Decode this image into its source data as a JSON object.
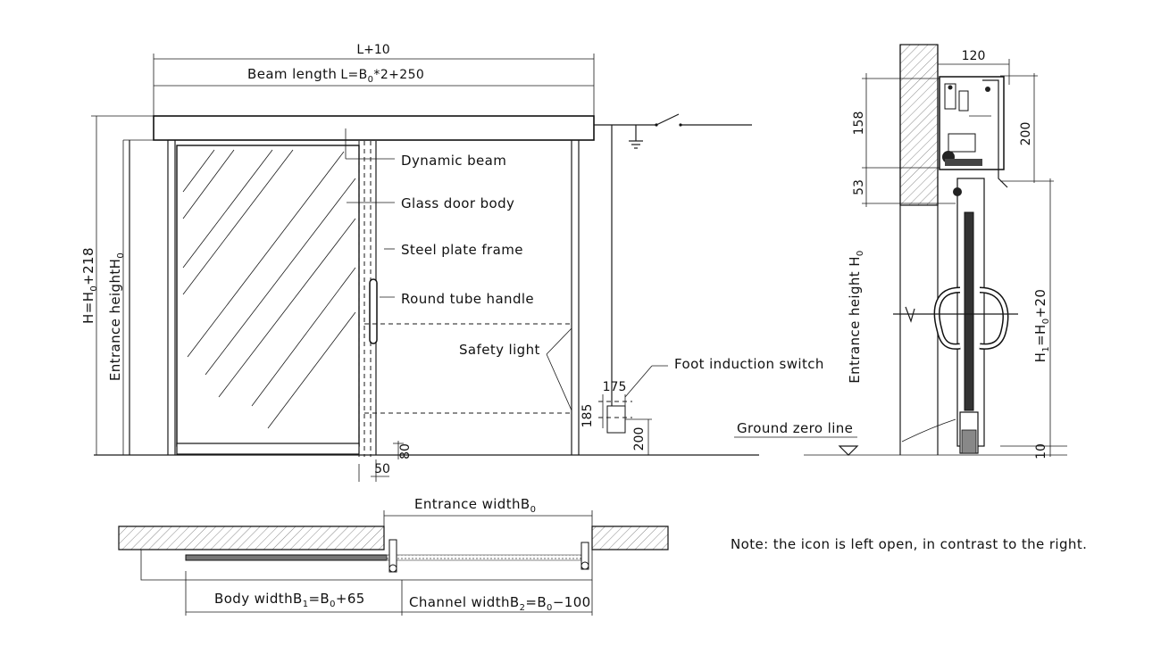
{
  "elevation": {
    "top_dim": "L+10",
    "beam_length": {
      "prefix": "Beam length",
      "formula_a": "L=B",
      "sub": "0",
      "formula_b": "*2+250"
    },
    "height_total": {
      "a": "H=H",
      "sub": "0",
      "b": "+218"
    },
    "entrance_height": {
      "text": "Entrance height",
      "main": "H",
      "sub": "0"
    },
    "callouts": {
      "dynamic_beam": "Dynamic beam",
      "glass_door_body": "Glass door body",
      "steel_plate_frame": "Steel plate frame",
      "round_tube_handle": "Round tube handle",
      "safety_light": "Safety light",
      "foot_induction_switch": "Foot induction switch"
    },
    "dims": {
      "d175": "175",
      "d185": "185",
      "d200": "200",
      "d80": "80",
      "d50": "50"
    }
  },
  "section": {
    "top_width": "120",
    "left_158": "158",
    "left_53": "53",
    "right_200": "200",
    "entrance_height": {
      "text": "Entrance height ",
      "main": "H",
      "sub": "0"
    },
    "h1": {
      "a": "H",
      "sub1": "1",
      "b": "=H",
      "sub0": "0",
      "c": "+20"
    },
    "bottom_10": "10",
    "ground_zero_line": "Ground zero line"
  },
  "plan": {
    "entrance_width": {
      "text": "Entrance width",
      "main": "B",
      "sub": "0"
    },
    "body_width": {
      "text": "Body width",
      "a": "B",
      "sub1": "1",
      "b": "=B",
      "sub0": "0",
      "c": "+65"
    },
    "channel_width": {
      "text": "Channel width",
      "a": "B",
      "sub2": "2",
      "b": "=B",
      "sub0": "0",
      "c": "−100"
    }
  },
  "note": "Note: the icon is left open, in contrast to the right."
}
